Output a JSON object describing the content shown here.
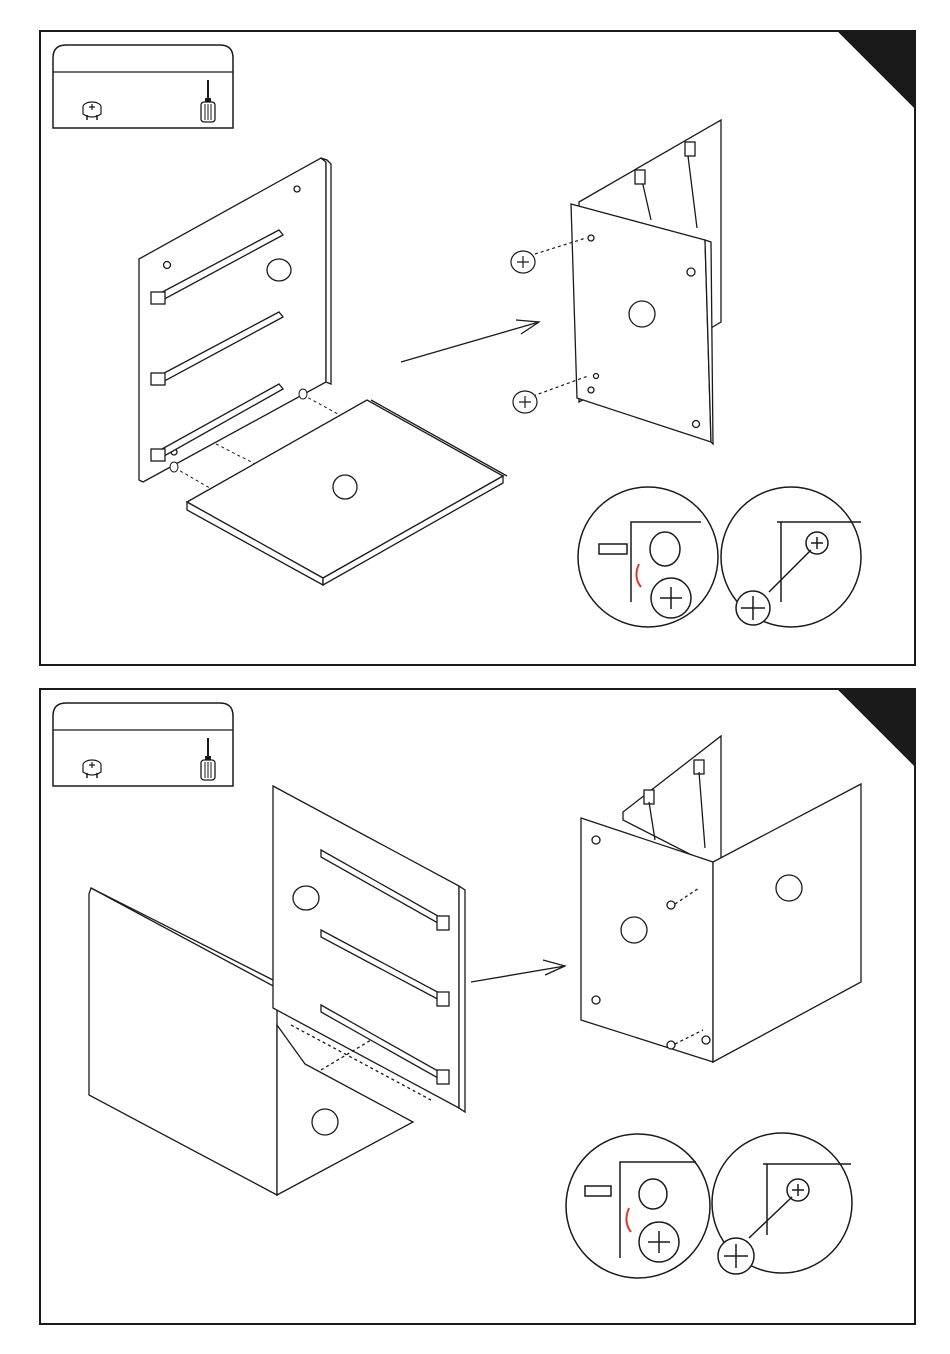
{
  "document": {
    "type": "assembly-instructions",
    "steps": [
      {
        "id": "step-1",
        "hardware": [
          {
            "icon": "cam-lock-icon",
            "label": ""
          },
          {
            "icon": "screwdriver-icon",
            "label": ""
          }
        ]
      },
      {
        "id": "step-2",
        "hardware": [
          {
            "icon": "cam-lock-icon",
            "label": ""
          },
          {
            "icon": "screwdriver-icon",
            "label": ""
          }
        ]
      }
    ],
    "colors": {
      "line": "#1a1a1a",
      "accent_arrow": "#e0352b",
      "corner_tab": "#1a1a1a",
      "panel_fill": "#ffffff"
    }
  }
}
